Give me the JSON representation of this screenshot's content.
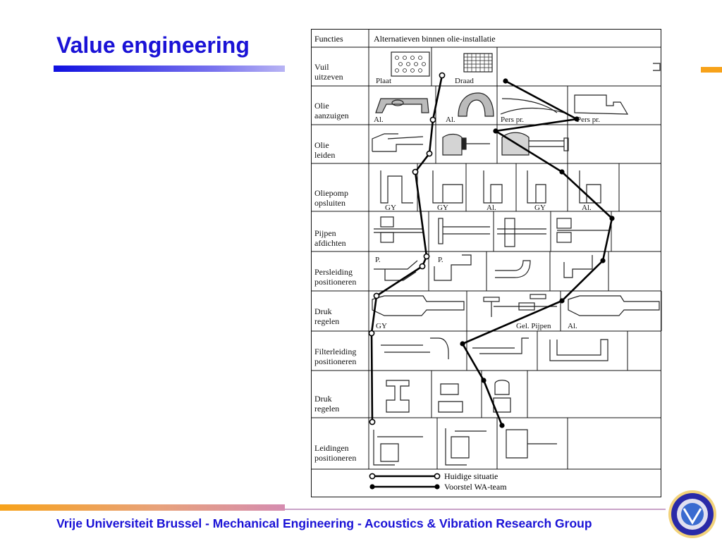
{
  "slide": {
    "title": "Value engineering",
    "footer": "Vrije Universiteit Brussel - Mechanical Engineering - Acoustics & Vibration Research Group"
  },
  "colors": {
    "title": "#1a12d6",
    "title_bar": "#1010e0",
    "accent_orange": "#f7a21a",
    "footer_gradient_end": "#d58cb0"
  },
  "table": {
    "header_left": "Functies",
    "header_right": "Alternatieven binnen olie-installatie",
    "rows": [
      {
        "lines": [
          "Vuil",
          "uitzeven"
        ],
        "labels": [
          "Plaat",
          "Draad"
        ]
      },
      {
        "lines": [
          "Olie",
          "aanzuigen"
        ],
        "labels": [
          "Al.",
          "Al.",
          "Pers pr.",
          "Pers pr."
        ]
      },
      {
        "lines": [
          "Olie",
          "leiden"
        ],
        "labels": []
      },
      {
        "lines": [
          "Oliepomp",
          "opsluiten"
        ],
        "labels": [
          "GY",
          "GY",
          "Al.",
          "GY",
          "Al."
        ]
      },
      {
        "lines": [
          "Pijpen",
          "afdichten"
        ],
        "labels": []
      },
      {
        "lines": [
          "Persleiding",
          "positioneren"
        ],
        "labels": [
          "P.",
          "P."
        ]
      },
      {
        "lines": [
          "Druk",
          "regelen"
        ],
        "labels": [
          "GY",
          "Gel. Pijpen",
          "Al."
        ]
      },
      {
        "lines": [
          "Filterleiding",
          "positioneren"
        ],
        "labels": []
      },
      {
        "lines": [
          "Druk",
          "regelen"
        ],
        "labels": []
      },
      {
        "lines": [
          "Leidingen",
          "positioneren"
        ],
        "labels": []
      }
    ],
    "legend": [
      {
        "marker": "open-circle",
        "label": "Huidige situatie"
      },
      {
        "marker": "filled-circle",
        "label": "Voorstel WA-team"
      }
    ]
  },
  "icons": {
    "logo": "vub-seal-logo"
  }
}
